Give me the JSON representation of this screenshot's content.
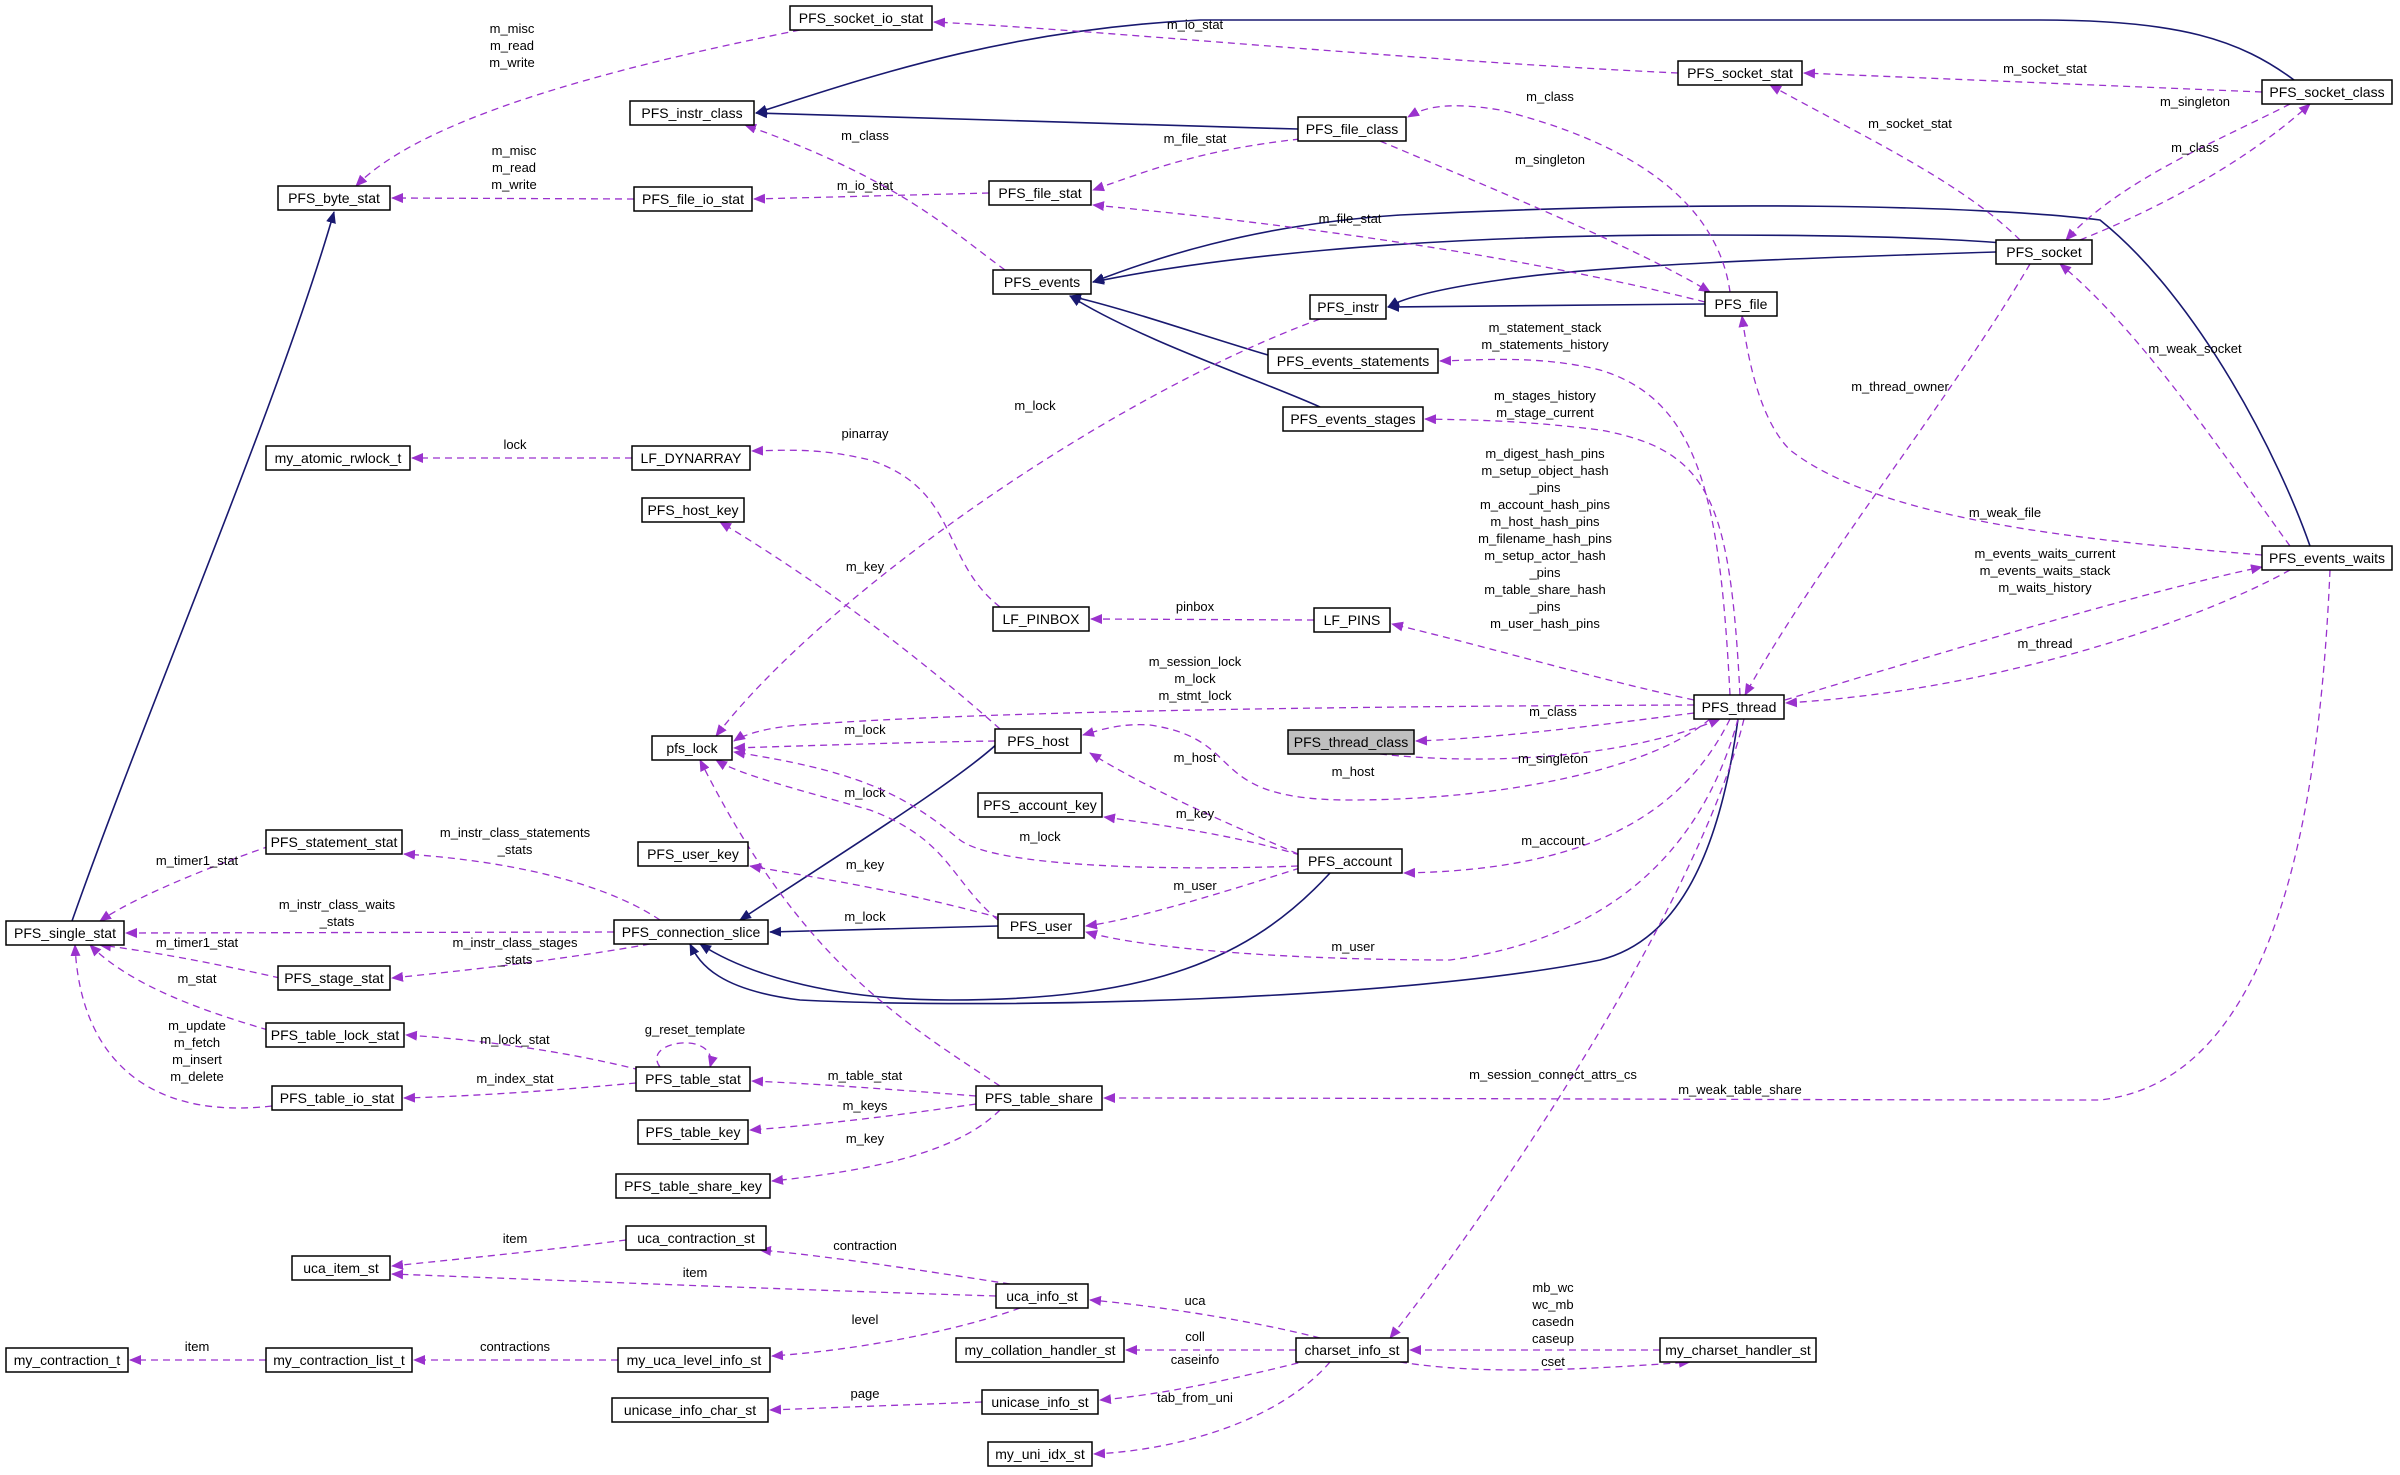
{
  "diagram": {
    "nodes": [
      {
        "id": "PFS_socket_io_stat",
        "label": "PFS_socket_io_stat"
      },
      {
        "id": "PFS_instr_class",
        "label": "PFS_instr_class"
      },
      {
        "id": "PFS_byte_stat",
        "label": "PFS_byte_stat"
      },
      {
        "id": "PFS_file_io_stat",
        "label": "PFS_file_io_stat"
      },
      {
        "id": "PFS_file_stat",
        "label": "PFS_file_stat"
      },
      {
        "id": "PFS_file_class",
        "label": "PFS_file_class"
      },
      {
        "id": "PFS_socket_stat",
        "label": "PFS_socket_stat"
      },
      {
        "id": "PFS_socket_class",
        "label": "PFS_socket_class"
      },
      {
        "id": "PFS_socket",
        "label": "PFS_socket"
      },
      {
        "id": "PFS_events",
        "label": "PFS_events"
      },
      {
        "id": "PFS_instr",
        "label": "PFS_instr"
      },
      {
        "id": "PFS_file",
        "label": "PFS_file"
      },
      {
        "id": "PFS_events_statements",
        "label": "PFS_events_statements"
      },
      {
        "id": "PFS_events_stages",
        "label": "PFS_events_stages"
      },
      {
        "id": "my_atomic_rwlock_t",
        "label": "my_atomic_rwlock_t"
      },
      {
        "id": "LF_DYNARRAY",
        "label": "LF_DYNARRAY"
      },
      {
        "id": "PFS_host_key",
        "label": "PFS_host_key"
      },
      {
        "id": "LF_PINBOX",
        "label": "LF_PINBOX"
      },
      {
        "id": "LF_PINS",
        "label": "LF_PINS"
      },
      {
        "id": "PFS_events_waits",
        "label": "PFS_events_waits"
      },
      {
        "id": "PFS_thread",
        "label": "PFS_thread"
      },
      {
        "id": "pfs_lock",
        "label": "pfs_lock"
      },
      {
        "id": "PFS_host",
        "label": "PFS_host"
      },
      {
        "id": "PFS_thread_class",
        "label": "PFS_thread_class"
      },
      {
        "id": "PFS_account_key",
        "label": "PFS_account_key"
      },
      {
        "id": "PFS_statement_stat",
        "label": "PFS_statement_stat"
      },
      {
        "id": "PFS_user_key",
        "label": "PFS_user_key"
      },
      {
        "id": "PFS_account",
        "label": "PFS_account"
      },
      {
        "id": "PFS_single_stat",
        "label": "PFS_single_stat"
      },
      {
        "id": "PFS_connection_slice",
        "label": "PFS_connection_slice"
      },
      {
        "id": "PFS_user",
        "label": "PFS_user"
      },
      {
        "id": "PFS_stage_stat",
        "label": "PFS_stage_stat"
      },
      {
        "id": "PFS_table_lock_stat",
        "label": "PFS_table_lock_stat"
      },
      {
        "id": "PFS_table_stat",
        "label": "PFS_table_stat"
      },
      {
        "id": "PFS_table_io_stat",
        "label": "PFS_table_io_stat"
      },
      {
        "id": "PFS_table_share",
        "label": "PFS_table_share"
      },
      {
        "id": "PFS_table_key",
        "label": "PFS_table_key"
      },
      {
        "id": "PFS_table_share_key",
        "label": "PFS_table_share_key"
      },
      {
        "id": "uca_contraction_st",
        "label": "uca_contraction_st"
      },
      {
        "id": "uca_item_st",
        "label": "uca_item_st"
      },
      {
        "id": "uca_info_st",
        "label": "uca_info_st"
      },
      {
        "id": "my_contraction_t",
        "label": "my_contraction_t"
      },
      {
        "id": "my_contraction_list_t",
        "label": "my_contraction_list_t"
      },
      {
        "id": "my_uca_level_info_st",
        "label": "my_uca_level_info_st"
      },
      {
        "id": "my_collation_handler_st",
        "label": "my_collation_handler_st"
      },
      {
        "id": "charset_info_st",
        "label": "charset_info_st"
      },
      {
        "id": "my_charset_handler_st",
        "label": "my_charset_handler_st"
      },
      {
        "id": "unicase_info_char_st",
        "label": "unicase_info_char_st"
      },
      {
        "id": "unicase_info_st",
        "label": "unicase_info_st"
      },
      {
        "id": "my_uni_idx_st",
        "label": "my_uni_idx_st"
      }
    ],
    "edges": [
      {
        "from": "PFS_socket_class",
        "to": "PFS_instr_class",
        "kind": "inherit",
        "label": []
      },
      {
        "from": "PFS_file_class",
        "to": "PFS_instr_class",
        "kind": "inherit",
        "label": []
      },
      {
        "from": "PFS_single_stat",
        "to": "PFS_byte_stat",
        "kind": "inherit",
        "label": []
      },
      {
        "from": "PFS_socket",
        "to": "PFS_events",
        "kind": "inherit",
        "label": []
      },
      {
        "from": "PFS_socket",
        "to": "PFS_instr",
        "kind": "inherit",
        "label": []
      },
      {
        "from": "PFS_file",
        "to": "PFS_instr",
        "kind": "inherit",
        "label": []
      },
      {
        "from": "PFS_events_statements",
        "to": "PFS_events",
        "kind": "inherit",
        "label": []
      },
      {
        "from": "PFS_events_stages",
        "to": "PFS_events",
        "kind": "inherit",
        "label": []
      },
      {
        "from": "PFS_events_waits",
        "to": "PFS_events",
        "kind": "inherit",
        "label": []
      },
      {
        "from": "PFS_host",
        "to": "PFS_connection_slice",
        "kind": "inherit",
        "label": []
      },
      {
        "from": "PFS_user",
        "to": "PFS_connection_slice",
        "kind": "inherit",
        "label": []
      },
      {
        "from": "PFS_account",
        "to": "PFS_connection_slice",
        "kind": "inherit",
        "label": []
      },
      {
        "from": "PFS_thread",
        "to": "PFS_connection_slice",
        "kind": "inherit",
        "label": []
      },
      {
        "from": "PFS_socket_stat",
        "to": "PFS_socket_io_stat",
        "kind": "member",
        "label": [
          "m_io_stat"
        ]
      },
      {
        "from": "PFS_socket_io_stat",
        "to": "PFS_byte_stat",
        "kind": "member",
        "label": [
          "m_misc",
          "m_read",
          "m_write"
        ]
      },
      {
        "from": "PFS_file_io_stat",
        "to": "PFS_byte_stat",
        "kind": "member",
        "label": [
          "m_misc",
          "m_read",
          "m_write"
        ]
      },
      {
        "from": "PFS_file_stat",
        "to": "PFS_file_io_stat",
        "kind": "member",
        "label": [
          "m_io_stat"
        ]
      },
      {
        "from": "PFS_events",
        "to": "PFS_instr_class",
        "kind": "member",
        "label": [
          "m_class"
        ]
      },
      {
        "from": "PFS_file_class",
        "to": "PFS_file_stat",
        "kind": "member",
        "label": [
          "m_file_stat"
        ]
      },
      {
        "from": "PFS_file",
        "to": "PFS_file_class",
        "kind": "member",
        "label": [
          "m_class"
        ]
      },
      {
        "from": "PFS_file_class",
        "to": "PFS_file",
        "kind": "member",
        "label": [
          "m_singleton"
        ]
      },
      {
        "from": "PFS_file",
        "to": "PFS_file_stat",
        "kind": "member",
        "label": [
          "m_file_stat"
        ]
      },
      {
        "from": "PFS_socket_class",
        "to": "PFS_socket_stat",
        "kind": "member",
        "label": [
          "m_socket_stat"
        ]
      },
      {
        "from": "PFS_socket",
        "to": "PFS_socket_stat",
        "kind": "member",
        "label": [
          "m_socket_stat"
        ]
      },
      {
        "from": "PFS_socket_class",
        "to": "PFS_socket",
        "kind": "member",
        "label": [
          "m_singleton"
        ]
      },
      {
        "from": "PFS_socket",
        "to": "PFS_socket_class",
        "kind": "member",
        "label": [
          "m_class"
        ]
      },
      {
        "from": "PFS_events_waits",
        "to": "PFS_socket",
        "kind": "member",
        "label": [
          "m_weak_socket"
        ]
      },
      {
        "from": "PFS_socket",
        "to": "PFS_thread",
        "kind": "member",
        "label": [
          "m_thread_owner"
        ]
      },
      {
        "from": "PFS_events_waits",
        "to": "PFS_file",
        "kind": "member",
        "label": [
          "m_weak_file"
        ]
      },
      {
        "from": "PFS_instr",
        "to": "pfs_lock",
        "kind": "member",
        "label": [
          "m_lock"
        ]
      },
      {
        "from": "PFS_thread",
        "to": "PFS_events_statements",
        "kind": "member",
        "label": [
          "m_statement_stack",
          "m_statements_history"
        ]
      },
      {
        "from": "PFS_thread",
        "to": "PFS_events_stages",
        "kind": "member",
        "label": [
          "m_stages_history",
          "m_stage_current"
        ]
      },
      {
        "from": "LF_DYNARRAY",
        "to": "my_atomic_rwlock_t",
        "kind": "member",
        "label": [
          "lock"
        ]
      },
      {
        "from": "LF_PINBOX",
        "to": "LF_DYNARRAY",
        "kind": "member",
        "label": [
          "pinarray"
        ]
      },
      {
        "from": "LF_PINS",
        "to": "LF_PINBOX",
        "kind": "member",
        "label": [
          "pinbox"
        ]
      },
      {
        "from": "PFS_thread",
        "to": "LF_PINS",
        "kind": "member",
        "label": [
          "m_digest_hash_pins",
          "m_setup_object_hash",
          "_pins",
          "m_account_hash_pins",
          "m_host_hash_pins",
          "m_filename_hash_pins",
          "m_setup_actor_hash",
          "_pins",
          "m_table_share_hash",
          "_pins",
          "m_user_hash_pins"
        ]
      },
      {
        "from": "PFS_thread",
        "to": "PFS_events_waits",
        "kind": "member",
        "label": [
          "m_events_waits_current",
          "m_events_waits_stack",
          "m_waits_history"
        ]
      },
      {
        "from": "PFS_events_waits",
        "to": "PFS_thread",
        "kind": "member",
        "label": [
          "m_thread"
        ]
      },
      {
        "from": "PFS_host",
        "to": "PFS_host_key",
        "kind": "member",
        "label": [
          "m_key"
        ]
      },
      {
        "from": "PFS_thread",
        "to": "pfs_lock",
        "kind": "member",
        "label": [
          "m_session_lock",
          "m_lock",
          "m_stmt_lock"
        ]
      },
      {
        "from": "PFS_thread",
        "to": "PFS_thread_class",
        "kind": "member",
        "label": [
          "m_class"
        ]
      },
      {
        "from": "PFS_thread_class",
        "to": "PFS_thread",
        "kind": "member",
        "label": [
          "m_singleton"
        ]
      },
      {
        "from": "PFS_host",
        "to": "pfs_lock",
        "kind": "member",
        "label": [
          "m_lock"
        ]
      },
      {
        "from": "PFS_thread",
        "to": "PFS_host",
        "kind": "member",
        "label": [
          "m_host"
        ]
      },
      {
        "from": "PFS_account",
        "to": "PFS_host",
        "kind": "member",
        "label": [
          "m_host"
        ]
      },
      {
        "from": "PFS_user",
        "to": "pfs_lock",
        "kind": "member",
        "label": [
          "m_lock"
        ]
      },
      {
        "from": "PFS_account",
        "to": "pfs_lock",
        "kind": "member",
        "label": [
          "m_lock"
        ]
      },
      {
        "from": "PFS_account",
        "to": "PFS_account_key",
        "kind": "member",
        "label": [
          "m_key"
        ]
      },
      {
        "from": "PFS_user",
        "to": "PFS_user_key",
        "kind": "member",
        "label": [
          "m_key"
        ]
      },
      {
        "from": "PFS_account",
        "to": "PFS_user",
        "kind": "member",
        "label": [
          "m_user"
        ]
      },
      {
        "from": "PFS_thread",
        "to": "PFS_account",
        "kind": "member",
        "label": [
          "m_account"
        ]
      },
      {
        "from": "PFS_thread",
        "to": "PFS_user",
        "kind": "member",
        "label": [
          "m_user"
        ]
      },
      {
        "from": "PFS_table_share",
        "to": "pfs_lock",
        "kind": "member",
        "label": [
          "m_lock"
        ]
      },
      {
        "from": "PFS_connection_slice",
        "to": "PFS_statement_stat",
        "kind": "member",
        "label": [
          "m_instr_class_statements",
          "_stats"
        ]
      },
      {
        "from": "PFS_connection_slice",
        "to": "PFS_single_stat",
        "kind": "member",
        "label": [
          "m_instr_class_waits",
          "_stats"
        ]
      },
      {
        "from": "PFS_connection_slice",
        "to": "PFS_stage_stat",
        "kind": "member",
        "label": [
          "m_instr_class_stages",
          "_stats"
        ]
      },
      {
        "from": "PFS_statement_stat",
        "to": "PFS_single_stat",
        "kind": "member",
        "label": [
          "m_timer1_stat"
        ]
      },
      {
        "from": "PFS_stage_stat",
        "to": "PFS_single_stat",
        "kind": "member",
        "label": [
          "m_timer1_stat"
        ]
      },
      {
        "from": "PFS_table_lock_stat",
        "to": "PFS_single_stat",
        "kind": "member",
        "label": [
          "m_stat"
        ]
      },
      {
        "from": "PFS_table_io_stat",
        "to": "PFS_single_stat",
        "kind": "member",
        "label": [
          "m_update",
          "m_fetch",
          "m_insert",
          "m_delete"
        ]
      },
      {
        "from": "PFS_table_stat",
        "to": "PFS_table_lock_stat",
        "kind": "member",
        "label": [
          "m_lock_stat"
        ]
      },
      {
        "from": "PFS_table_stat",
        "to": "PFS_table_io_stat",
        "kind": "member",
        "label": [
          "m_index_stat"
        ]
      },
      {
        "from": "PFS_table_stat",
        "to": "PFS_table_stat",
        "kind": "member",
        "label": [
          "g_reset_template"
        ]
      },
      {
        "from": "PFS_table_share",
        "to": "PFS_table_stat",
        "kind": "member",
        "label": [
          "m_table_stat"
        ]
      },
      {
        "from": "PFS_table_share",
        "to": "PFS_table_key",
        "kind": "member",
        "label": [
          "m_keys"
        ]
      },
      {
        "from": "PFS_table_share",
        "to": "PFS_table_share_key",
        "kind": "member",
        "label": [
          "m_key"
        ]
      },
      {
        "from": "PFS_thread",
        "to": "charset_info_st",
        "kind": "member",
        "label": [
          "m_session_connect_attrs_cs"
        ]
      },
      {
        "from": "PFS_events_waits",
        "to": "PFS_table_share",
        "kind": "member",
        "label": [
          "m_weak_table_share"
        ]
      },
      {
        "from": "uca_contraction_st",
        "to": "uca_item_st",
        "kind": "member",
        "label": [
          "item"
        ]
      },
      {
        "from": "uca_info_st",
        "to": "uca_contraction_st",
        "kind": "member",
        "label": [
          "contraction"
        ]
      },
      {
        "from": "uca_info_st",
        "to": "uca_item_st",
        "kind": "member",
        "label": [
          "item"
        ]
      },
      {
        "from": "uca_info_st",
        "to": "my_uca_level_info_st",
        "kind": "member",
        "label": [
          "level"
        ]
      },
      {
        "from": "my_uca_level_info_st",
        "to": "my_contraction_list_t",
        "kind": "member",
        "label": [
          "contractions"
        ]
      },
      {
        "from": "my_contraction_list_t",
        "to": "my_contraction_t",
        "kind": "member",
        "label": [
          "item"
        ]
      },
      {
        "from": "charset_info_st",
        "to": "uca_info_st",
        "kind": "member",
        "label": [
          "uca"
        ]
      },
      {
        "from": "charset_info_st",
        "to": "my_collation_handler_st",
        "kind": "member",
        "label": [
          "coll"
        ]
      },
      {
        "from": "charset_info_st",
        "to": "unicase_info_st",
        "kind": "member",
        "label": [
          "caseinfo"
        ]
      },
      {
        "from": "unicase_info_st",
        "to": "unicase_info_char_st",
        "kind": "member",
        "label": [
          "page"
        ]
      },
      {
        "from": "charset_info_st",
        "to": "my_uni_idx_st",
        "kind": "member",
        "label": [
          "tab_from_uni"
        ]
      },
      {
        "from": "my_charset_handler_st",
        "to": "charset_info_st",
        "kind": "member",
        "label": [
          "mb_wc",
          "wc_mb",
          "casedn",
          "caseup"
        ]
      },
      {
        "from": "charset_info_st",
        "to": "my_charset_handler_st",
        "kind": "member",
        "label": [
          "cset"
        ]
      }
    ]
  }
}
